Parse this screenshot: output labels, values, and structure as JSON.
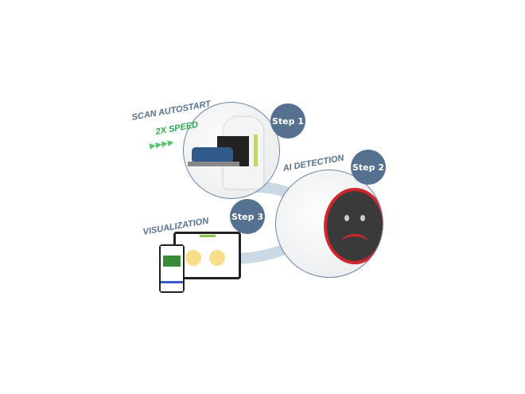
{
  "labels": {
    "scan": "SCAN AUTOSTART",
    "speed": "2X SPEED",
    "ai": "AI DETECTION",
    "vis": "VISUALIZATION"
  },
  "steps": [
    "Step 1",
    "Step 2",
    "Step 3"
  ],
  "colors": {
    "badge": "#56708f",
    "speed": "#2fa84f",
    "band": "#c9dae6",
    "alarm": "#d0262b"
  }
}
